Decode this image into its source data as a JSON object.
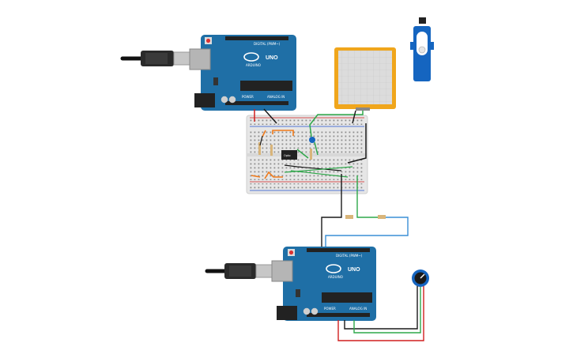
{
  "board_top": {
    "label_uno": "UNO",
    "label_brand": "ARDUINO",
    "label_digital": "DIGITAL (PWM~)",
    "label_power": "POWER",
    "label_analog": "ANALOG IN"
  },
  "board_bottom": {
    "label_uno": "UNO",
    "label_brand": "ARDUINO",
    "label_digital": "DIGITAL (PWM~)",
    "label_power": "POWER",
    "label_analog": "ANALOG IN"
  },
  "breadboard": {
    "ic_label": "Opto"
  },
  "colors": {
    "arduino_blue": "#1f6fa6",
    "breadboard": "#e6e6e6",
    "wire_red": "#d11f1f",
    "wire_black": "#1a1a1a",
    "wire_green": "#2ea84a",
    "wire_blue": "#3a8fd6",
    "wire_orange": "#f07a1a",
    "display_frame": "#f0a61c",
    "servo_blue": "#1565c0"
  },
  "icons": [
    "usb-cable-icon",
    "servo-motor-icon",
    "potentiometer-icon",
    "touch-display-icon"
  ]
}
